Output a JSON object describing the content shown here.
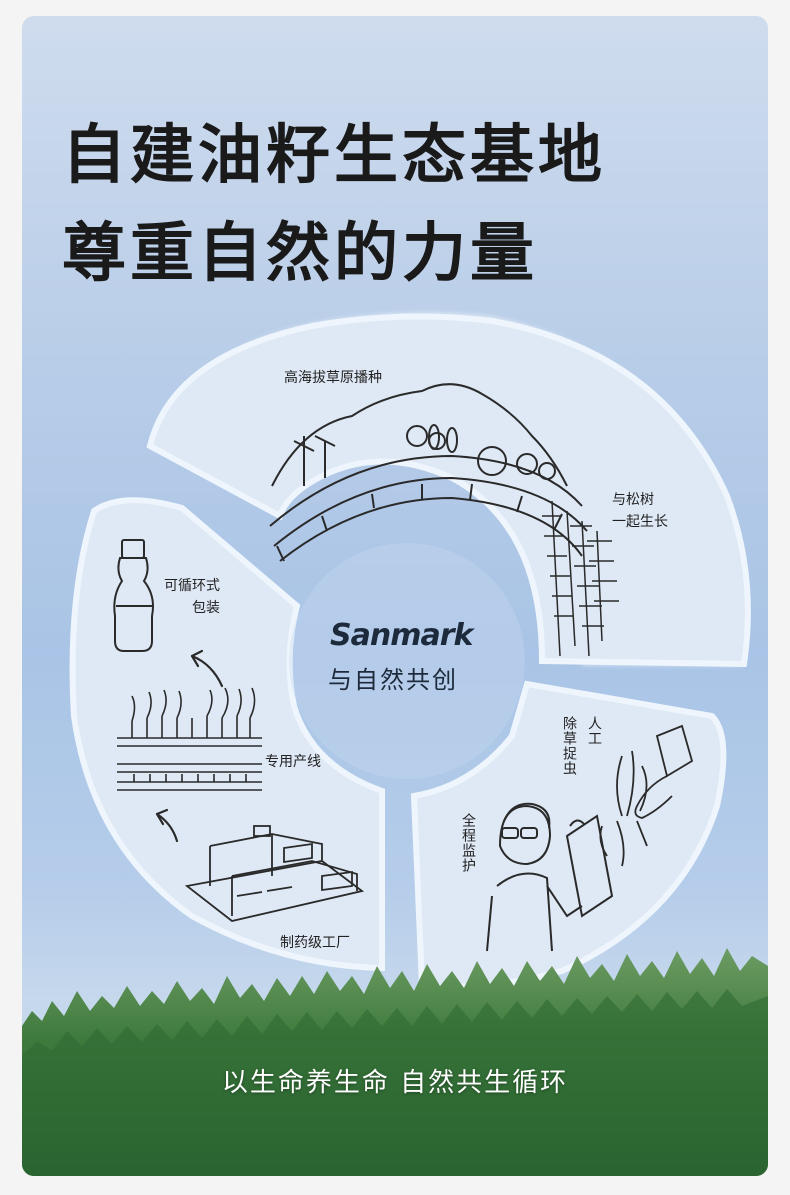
{
  "headline": {
    "line1": "自建油籽生态基地",
    "line2": "尊重自然的力量"
  },
  "center": {
    "brand": "Sanmark",
    "subtitle": "与自然共创"
  },
  "labels": {
    "plateau": "高海拔草原播种",
    "pine_1": "与松树",
    "pine_2": "一起生长",
    "manual": "人工",
    "weeding": "除草捉虫",
    "monitor": "全程监护",
    "packaging_1": "可循环式",
    "packaging_2": "包装",
    "line": "专用产线",
    "factory": "制药级工厂"
  },
  "slogan": "以生命养生命  自然共生循环",
  "colors": {
    "sky": "#b8cde8",
    "segment_fill": "#dfe9f5",
    "forest": "#3d7a3e",
    "text": "#1a1a1a"
  },
  "icons": [
    "mountain-field-icon",
    "pine-trees-icon",
    "hands-weeding-icon",
    "scientist-icon",
    "bottle-icon",
    "production-line-icon",
    "factory-icon",
    "arrow-icon"
  ]
}
